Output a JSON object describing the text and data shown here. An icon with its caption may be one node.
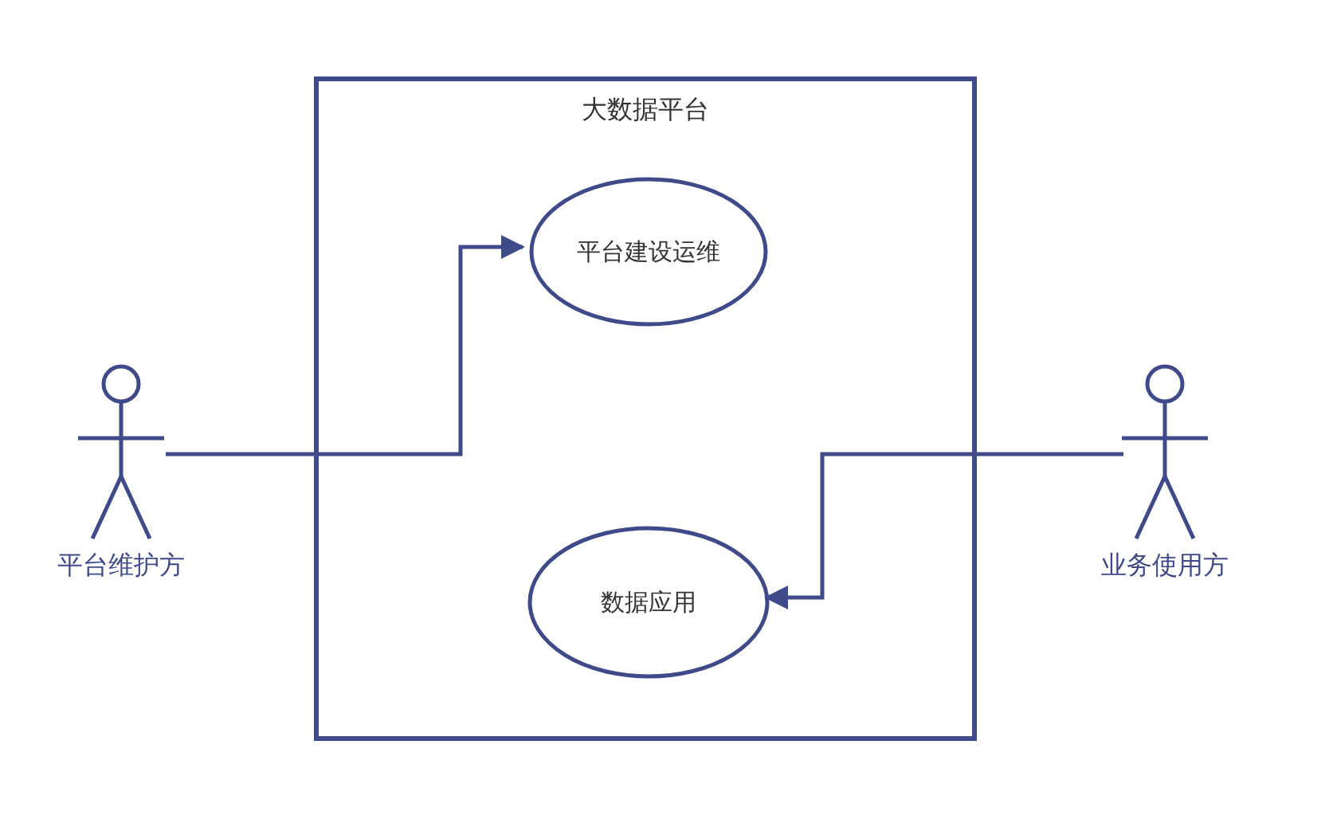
{
  "diagram": {
    "nodes": [
      {
        "text": [
          "大数据平台"
        ]
      },
      {
        "text": [
          "平台建设运维"
        ],
        "in": 0
      },
      {
        "text": [
          "数据应用"
        ],
        "in": 0
      },
      {
        "text": [
          "平台维护方"
        ]
      },
      {
        "text": [
          "业务使用方"
        ]
      }
    ],
    "edges": [
      {
        "from": 3,
        "to": 1,
        "arrow": "to"
      },
      {
        "from": 4,
        "to": 2,
        "arrow": "to"
      }
    ]
  }
}
